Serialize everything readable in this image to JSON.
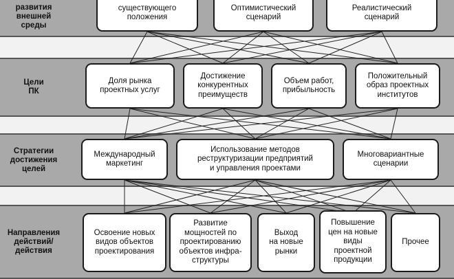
{
  "bands": [
    {
      "id": "env",
      "label": "развития\nвнешней\nсреды"
    },
    {
      "id": "goals",
      "label": "Цели\nПК"
    },
    {
      "id": "strategies",
      "label": "Стратегии\nдостижения\nцелей"
    },
    {
      "id": "actions",
      "label": "Направления\nдействий/\nдействия"
    }
  ],
  "scenarios": [
    {
      "text": "существующего\nположения"
    },
    {
      "text": "Оптимистический\nсценарий"
    },
    {
      "text": "Реалистический\nсценарий"
    }
  ],
  "goals": [
    {
      "text": "Доля рынка\nпроектных услуг"
    },
    {
      "text": "Достижение\nконкурентных\nпреимуществ"
    },
    {
      "text": "Объем работ,\nприбыльность"
    },
    {
      "text": "Положительный\nобраз проектных\nинститутов"
    }
  ],
  "strategies": [
    {
      "text": "Международный\nмаркетинг"
    },
    {
      "text": "Использование методов\nреструктуризации предприятий\nи управления проектами"
    },
    {
      "text": "Многовариантные\nсценарии"
    }
  ],
  "actions": [
    {
      "text": "Освоение новых\nвидов объектов\nпроектирования"
    },
    {
      "text": "Развитие\nмощностей по\nпроектированию\nобъектов инфра-\nструктуры"
    },
    {
      "text": "Выход\nна новые\nрынки"
    },
    {
      "text": "Повышение\nцен на новые\nвиды\nпроектной\nпродукции"
    },
    {
      "text": "Прочее"
    }
  ]
}
